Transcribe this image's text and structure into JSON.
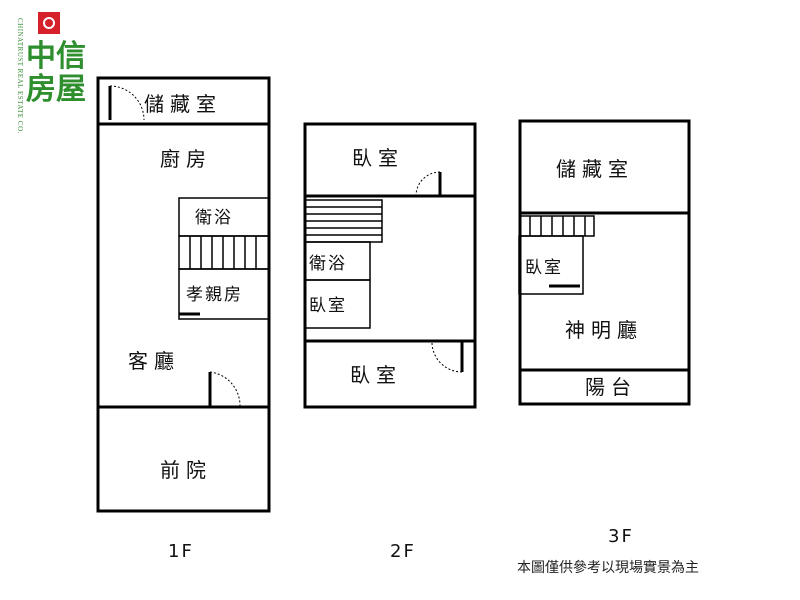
{
  "logo": {
    "name_cn": "中信房屋",
    "name_en": "CHINATRUST REAL ESTATE CO.",
    "mark": "red-square-logo-icon",
    "colors": {
      "text": "#2f8f2f",
      "mark": "#d6202a"
    }
  },
  "floors": [
    {
      "label": "1F",
      "rooms": {
        "storage": "儲藏室",
        "kitchen": "廚房",
        "bath": "衛浴",
        "parents": "孝親房",
        "living": "客廳",
        "front_yard": "前院"
      }
    },
    {
      "label": "2F",
      "rooms": {
        "bedroom_top": "臥室",
        "bath": "衛浴",
        "bedroom_small": "臥室",
        "bedroom_bottom": "臥室"
      }
    },
    {
      "label": "3F",
      "rooms": {
        "storage": "儲藏室",
        "bedroom": "臥室",
        "shrine": "神明廳",
        "balcony": "陽台"
      }
    }
  ],
  "disclaimer": "本圖僅供參考以現場實景為主"
}
